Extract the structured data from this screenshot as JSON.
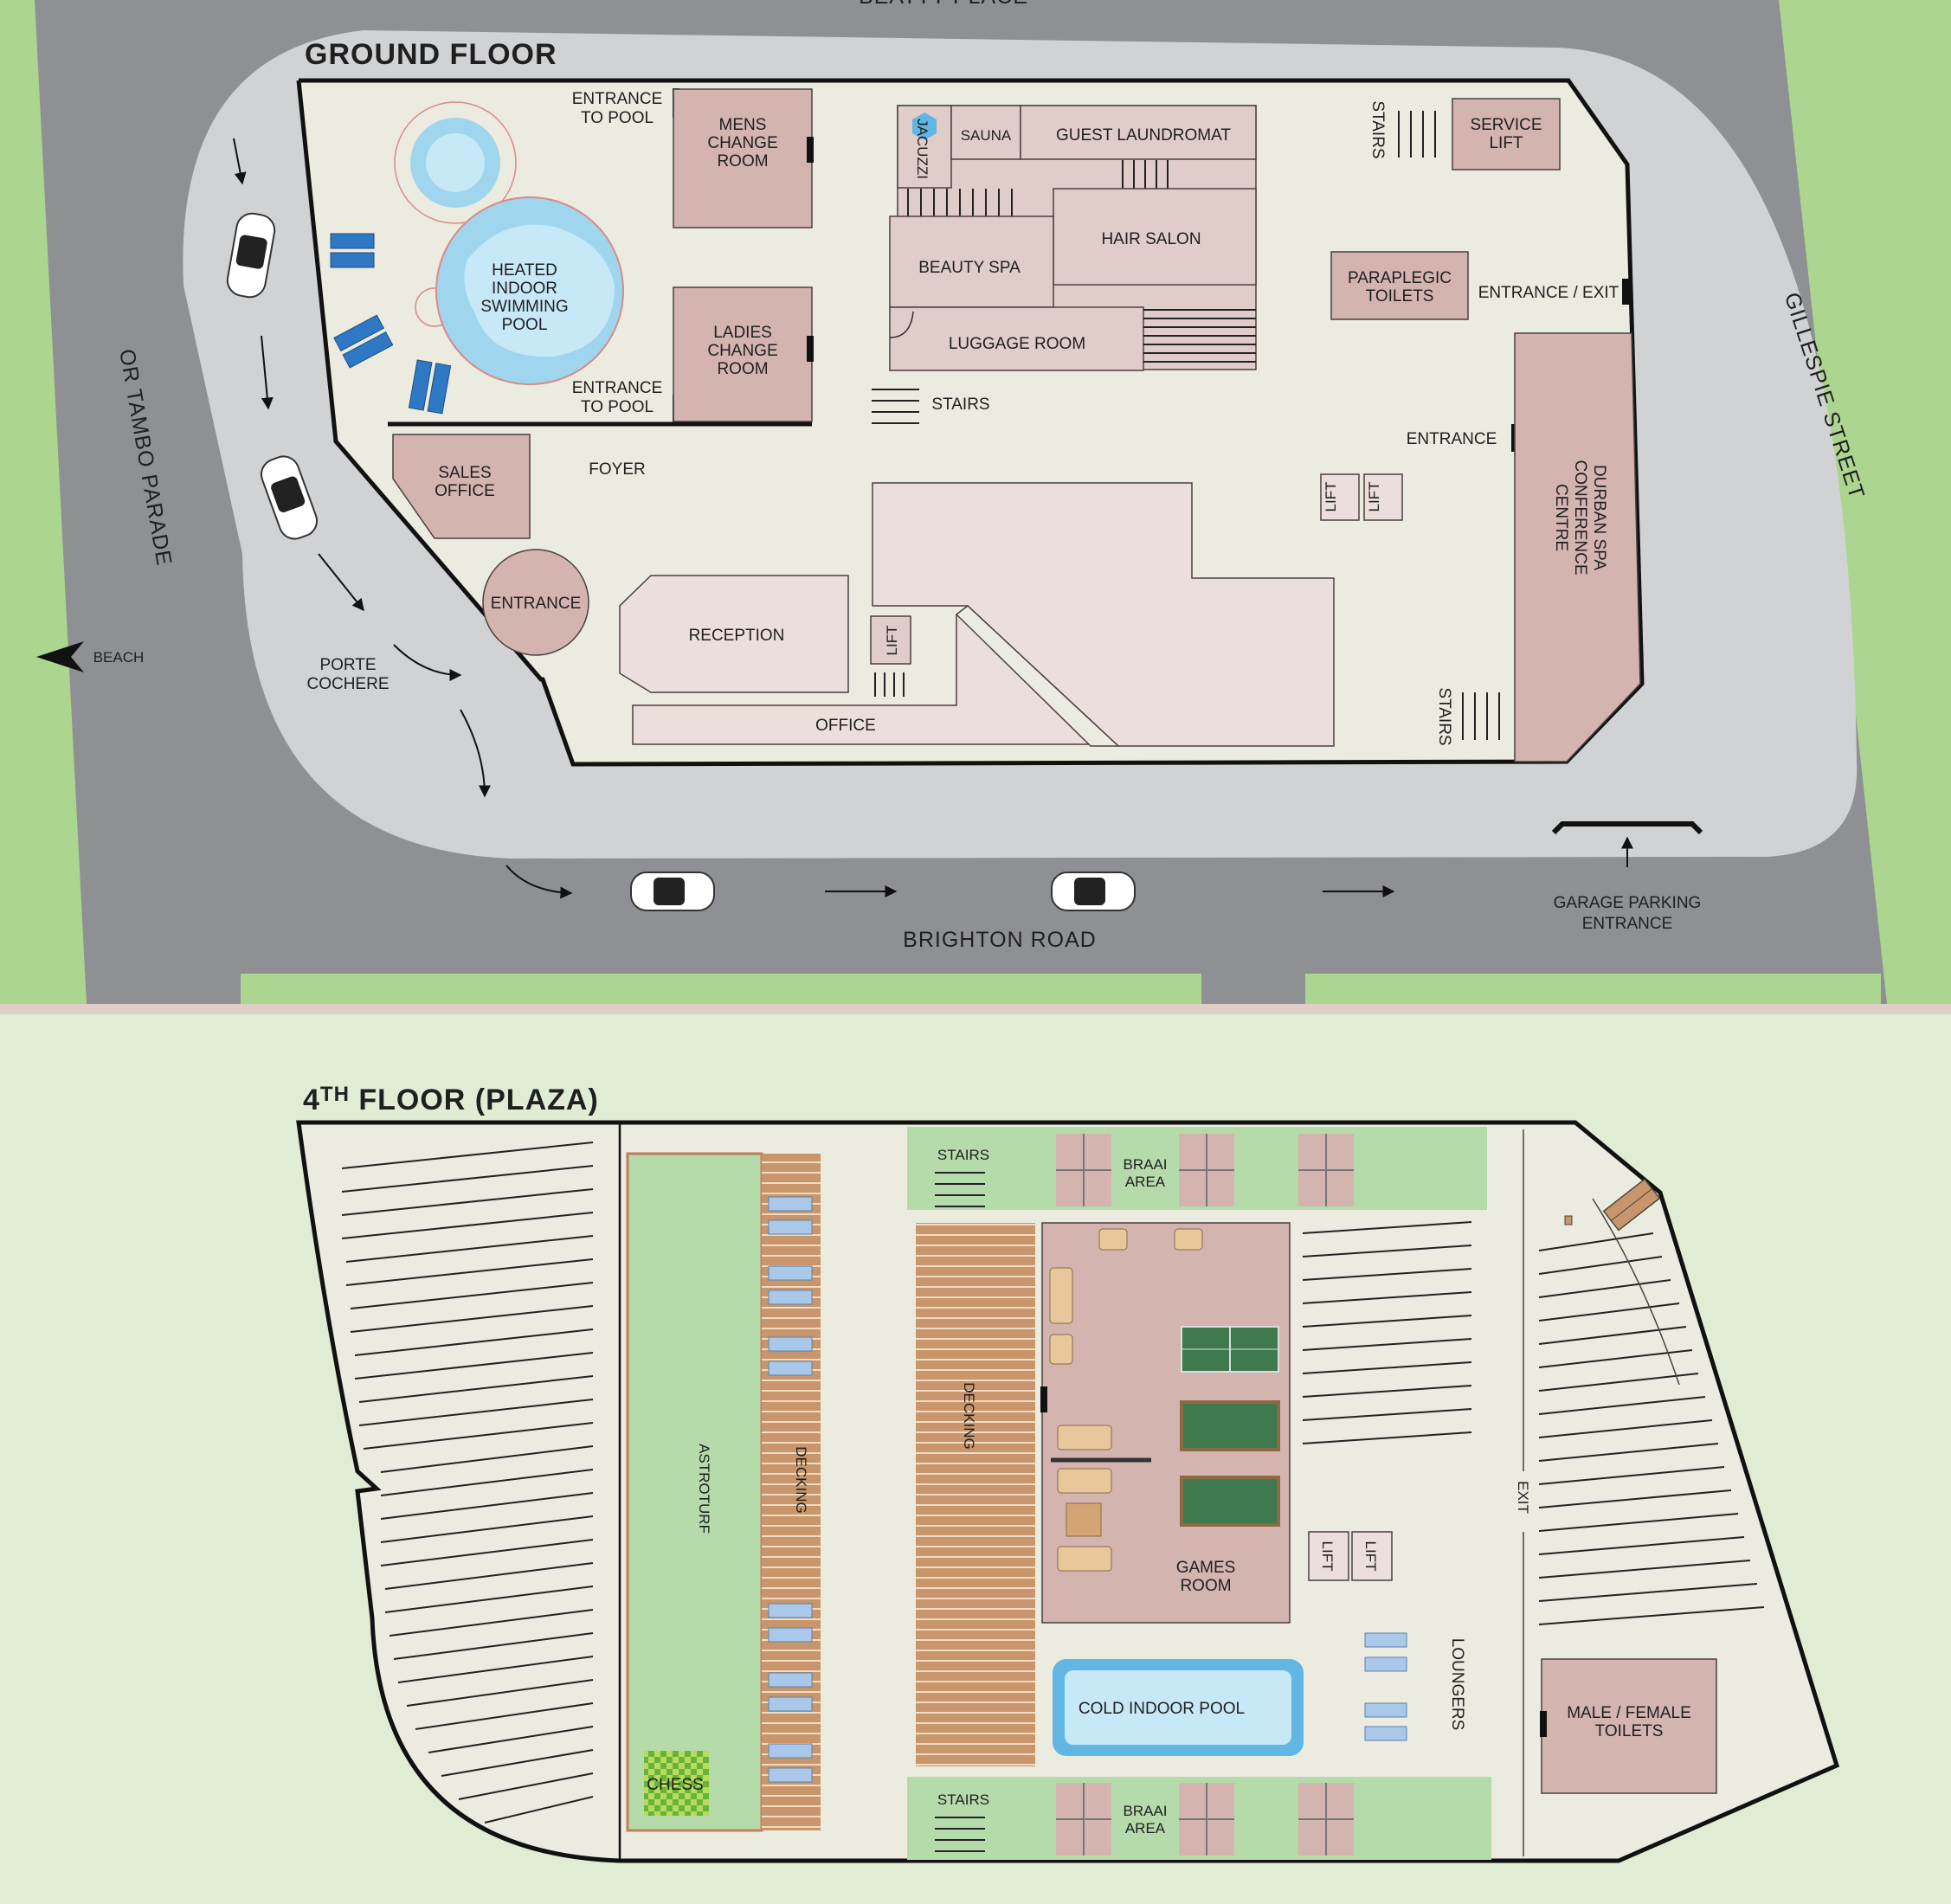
{
  "colors": {
    "road": "#8f9094",
    "sidewalk": "#d1d2d4",
    "grass": "#acd590",
    "floor": "#ecebdf",
    "room": "#d3b4af",
    "pool": "#9fd6ee",
    "decking": "#c8966a",
    "astroturf": "#b5dbab",
    "plaza_bg": "#e1ecd5"
  },
  "ground_floor": {
    "title": "GROUND FLOOR",
    "streets": {
      "top": "BEATTY PLACE",
      "left": "OR TAMBO PARADE",
      "right": "GILLESPIE STREET",
      "bottom": "BRIGHTON ROAD"
    },
    "beach": "BEACH",
    "porte_cochere": [
      "PORTE",
      "COCHERE"
    ],
    "garage": [
      "GARAGE PARKING",
      "ENTRANCE"
    ],
    "pool": [
      "HEATED",
      "INDOOR",
      "SWIMMING",
      "POOL"
    ],
    "entrance_to_pool": [
      "ENTRANCE",
      "TO POOL"
    ],
    "mens_change": [
      "MENS",
      "CHANGE",
      "ROOM"
    ],
    "ladies_change": [
      "LADIES",
      "CHANGE",
      "ROOM"
    ],
    "jacuzzi": "JACUZZI",
    "sauna": "SAUNA",
    "guest_laundromat": "GUEST LAUNDROMAT",
    "hair_salon": "HAIR SALON",
    "beauty_spa": "BEAUTY SPA",
    "luggage_room": "LUGGAGE ROOM",
    "stairs": "STAIRS",
    "service_lift": [
      "SERVICE",
      "LIFT"
    ],
    "paraplegic_toilets": [
      "PARAPLEGIC",
      "TOILETS"
    ],
    "entrance_exit": "ENTRANCE / EXIT",
    "entrance": "ENTRANCE",
    "conference": [
      "DURBAN SPA",
      "CONFERENCE",
      "CENTRE"
    ],
    "lift": "LIFT",
    "sales_office": [
      "SALES",
      "OFFICE"
    ],
    "foyer": "FOYER",
    "reception": "RECEPTION",
    "office": "OFFICE"
  },
  "plaza": {
    "title_main": "4",
    "title_sup": "TH",
    "title_rest": " FLOOR (PLAZA)",
    "stairs": "STAIRS",
    "braai": [
      "BRAAI",
      "AREA"
    ],
    "astroturf": "ASTROTURF",
    "decking": "DECKING",
    "chess": "CHESS",
    "games_room": [
      "GAMES",
      "ROOM"
    ],
    "cold_pool": "COLD INDOOR POOL",
    "lift": "LIFT",
    "loungers": "LOUNGERS",
    "exit": "EXIT",
    "toilets": [
      "MALE / FEMALE",
      "TOILETS"
    ]
  }
}
